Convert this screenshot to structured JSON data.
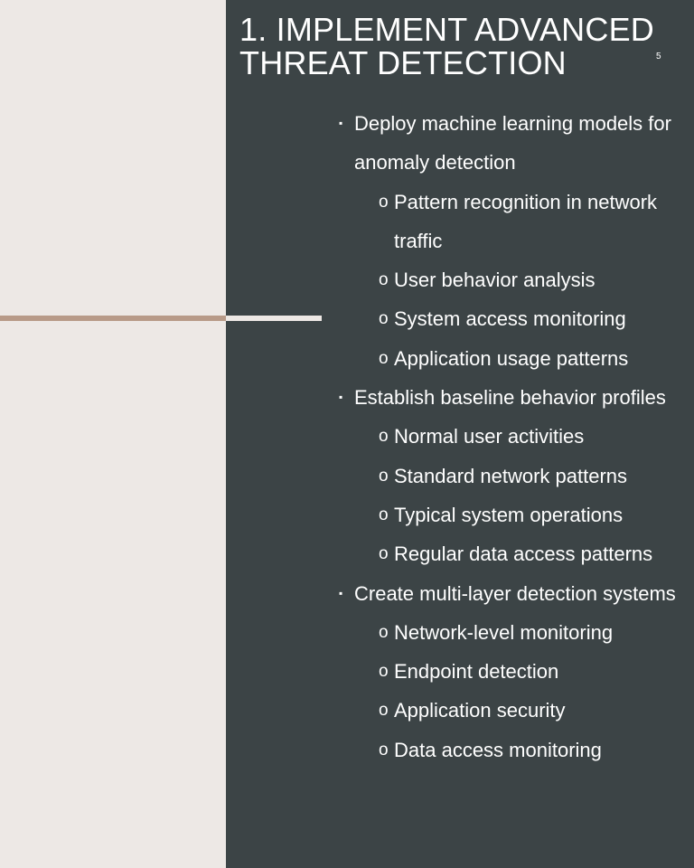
{
  "slide": {
    "title": "1. IMPLEMENT ADVANCED THREAT DETECTION",
    "number": "5"
  },
  "colors": {
    "left_background": "#ede8e5",
    "right_background": "#3c4446",
    "accent_line": "#b89a88",
    "text": "#ffffff"
  },
  "bullets": [
    {
      "text": "Deploy machine learning models for anomaly detection",
      "marker": "▪",
      "sub": [
        "Pattern recognition in network traffic",
        "User behavior analysis",
        "System access monitoring",
        "Application usage patterns"
      ]
    },
    {
      "text": "Establish baseline behavior profiles",
      "marker": "▪",
      "sub": [
        "Normal user activities",
        "Standard network patterns",
        "Typical system operations",
        "Regular data access patterns"
      ]
    },
    {
      "text": "Create multi-layer detection systems",
      "marker": "▪",
      "sub": [
        "Network-level monitoring",
        "Endpoint detection",
        "Application security",
        "Data access monitoring"
      ]
    }
  ],
  "sub_marker": "o"
}
